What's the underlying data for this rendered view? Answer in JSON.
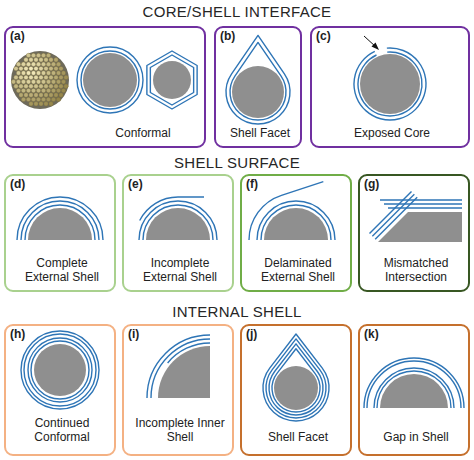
{
  "diagram": {
    "nodes": [
      {
        "text": [
          "(a)",
          "Conformal"
        ]
      },
      {
        "text": [
          "(b)",
          "Shell Facet"
        ]
      },
      {
        "text": [
          "(c)",
          "Exposed Core"
        ]
      },
      {
        "text": [
          "(d)",
          "Complete External Shell"
        ]
      },
      {
        "text": [
          "(e)",
          "Incomplete External Shell"
        ]
      },
      {
        "text": [
          "(f)",
          "Delaminated External Shell"
        ]
      },
      {
        "text": [
          "(g)",
          "Mismatched Intersection"
        ]
      },
      {
        "text": [
          "(h)",
          "Continued Conformal"
        ]
      },
      {
        "text": [
          "(i)",
          "Incomplete Inner Shell"
        ]
      },
      {
        "text": [
          "(j)",
          "Shell Facet"
        ]
      },
      {
        "text": [
          "(k)",
          "Gap in Shell"
        ]
      }
    ],
    "labels": [
      "CORE/SHELL INTERFACE",
      "SHELL SURFACE",
      "INTERNAL SHELL"
    ]
  }
}
